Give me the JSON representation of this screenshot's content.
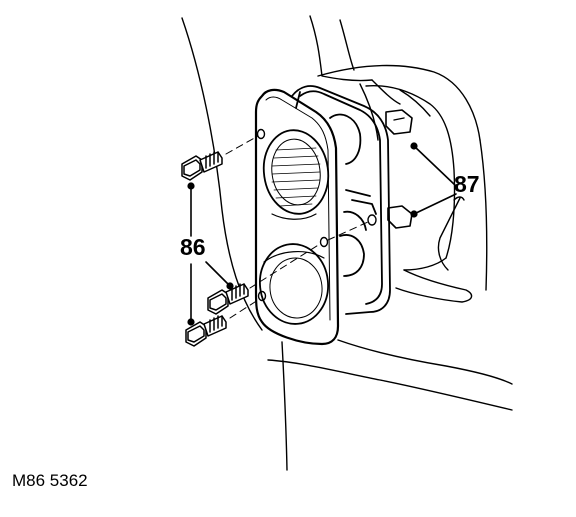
{
  "figure": {
    "reference": "M86 5362",
    "callouts": [
      {
        "id": "86",
        "label": "86"
      },
      {
        "id": "87",
        "label": "87"
      }
    ]
  },
  "colors": {
    "line": "#000000",
    "background": "#ffffff"
  }
}
